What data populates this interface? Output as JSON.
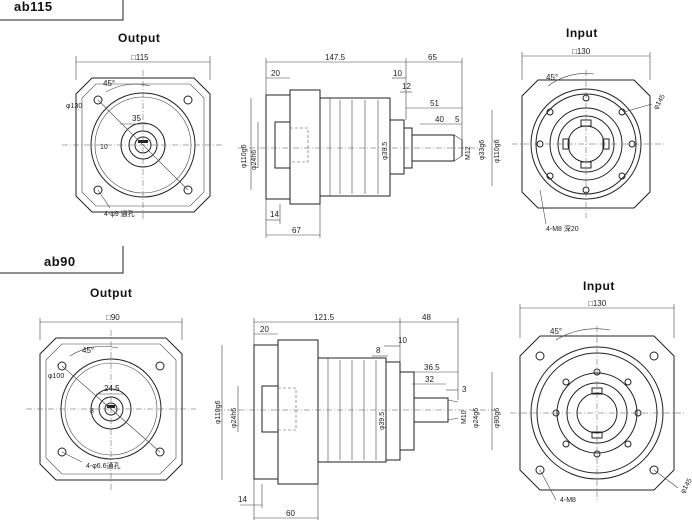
{
  "sections": [
    {
      "model": "ab115",
      "output_label": "Output",
      "input_label": "Input",
      "front": {
        "square": "□115",
        "angle": "45°",
        "bolt_circle": "φ130",
        "offset": "35",
        "key": "10",
        "holes": "4-φ9 通孔"
      },
      "side": {
        "total": "147.5",
        "right": "65",
        "flange": "20",
        "d10": "10",
        "d12": "12",
        "d51": "51",
        "d40": "40",
        "d5": "5",
        "d14": "14",
        "d67": "67",
        "bore": "φ110g6",
        "pilot": "φ24h6",
        "neck": "φ39.5",
        "shaft": "φ33g6",
        "m12": "M12",
        "left_bore": "φ110g6"
      },
      "input": {
        "square": "□130",
        "angle": "45°",
        "bolt_circle": "φ145",
        "holes": "4-M8 深20"
      }
    },
    {
      "model": "ab90",
      "output_label": "Output",
      "input_label": "Input",
      "front": {
        "square": "□90",
        "angle": "45°",
        "bolt_circle": "φ100",
        "offset": "24.5",
        "key": "8",
        "holes": "4-φ6.6通孔"
      },
      "side": {
        "total": "121.5",
        "right": "48",
        "flange": "20",
        "d8": "8",
        "d10": "10",
        "d36": "36.5",
        "d32": "32",
        "d3": "3",
        "d14": "14",
        "d60": "60",
        "bore": "φ110g6",
        "pilot": "φ24h6",
        "neck": "φ39.5",
        "shaft": "φ24g6",
        "m10": "M10",
        "outer": "φ90g6"
      },
      "input": {
        "square": "□130",
        "angle": "45°",
        "bolt_circle": "φ145",
        "holes": "4-M8"
      }
    }
  ]
}
